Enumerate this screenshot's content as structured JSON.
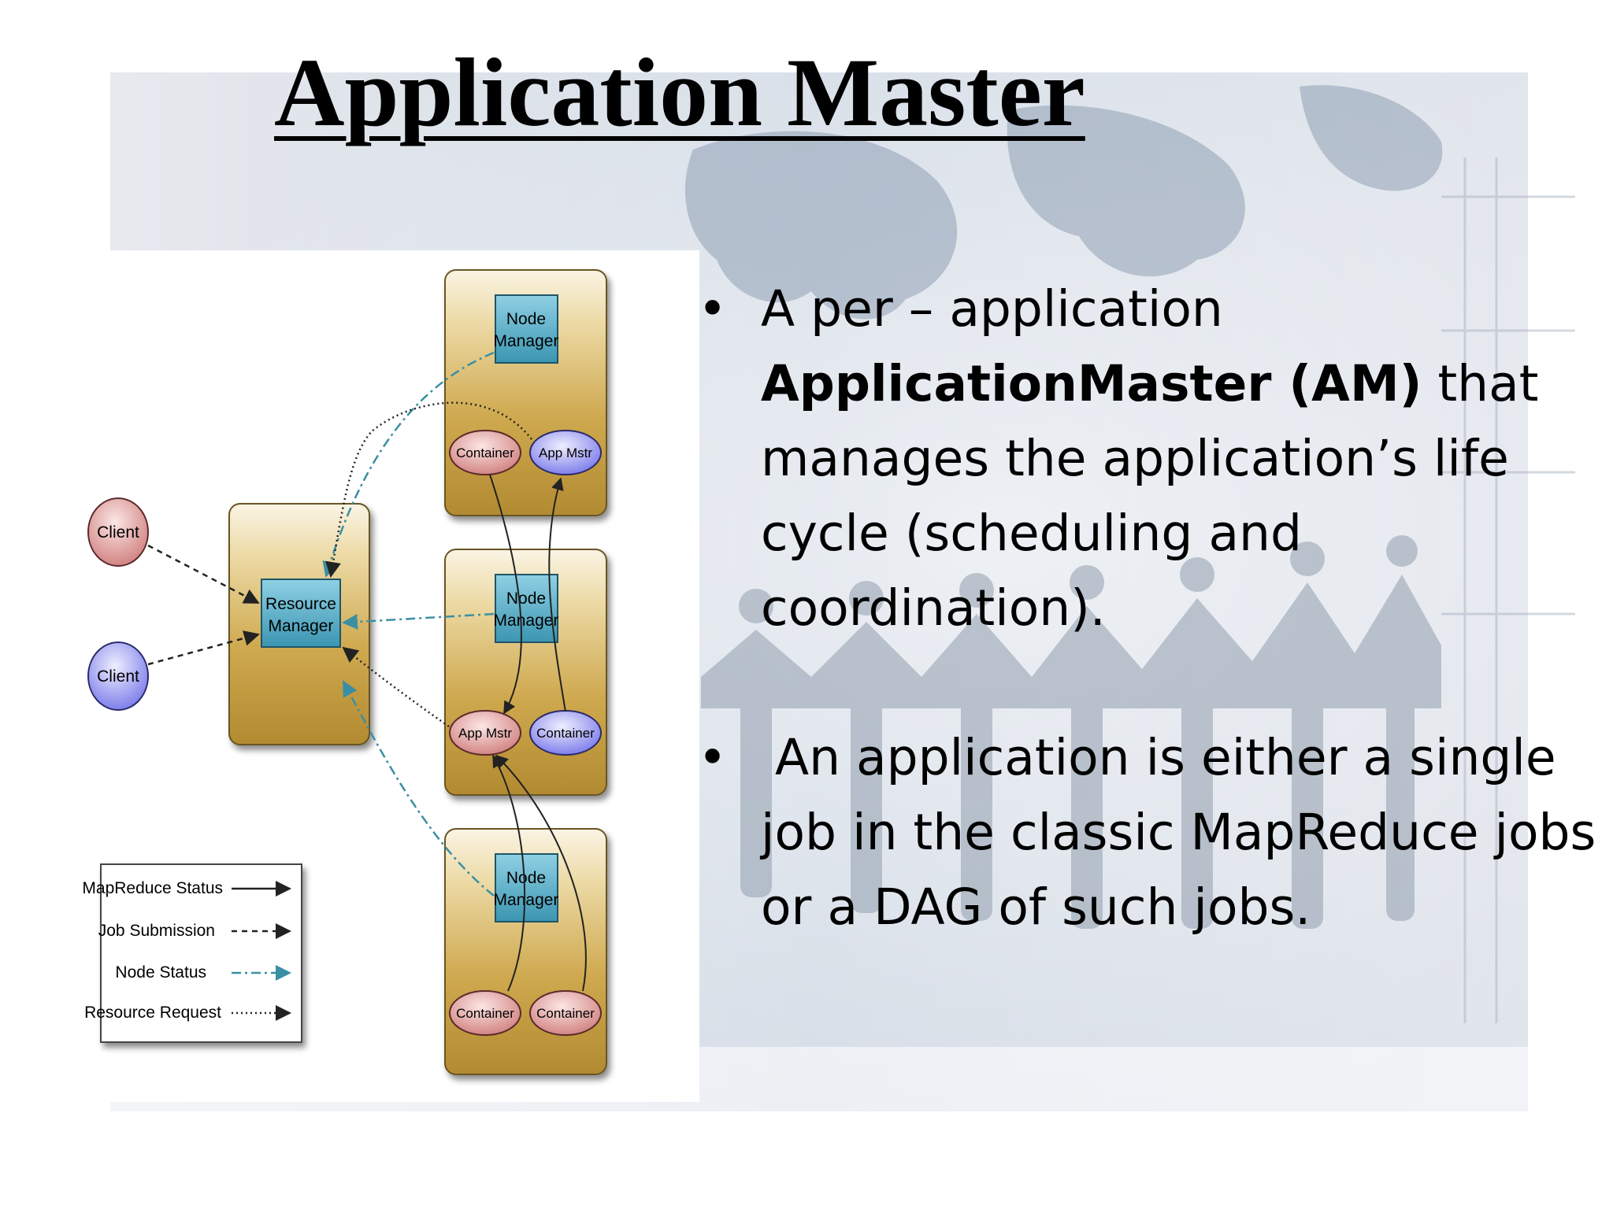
{
  "slide": {
    "title": "Application Master",
    "bullets": [
      {
        "marker": "•",
        "pre": "A per – application ",
        "bold": "ApplicationMaster (AM)",
        "post": " that manages the application’s life cycle (scheduling and coordination)."
      },
      {
        "marker": "•",
        "text": "An application is either a single job in the classic MapReduce jobs or a DAG of such jobs."
      }
    ]
  },
  "diagram": {
    "clients": [
      "Client",
      "Client"
    ],
    "resource_manager": [
      "Resource",
      "Manager"
    ],
    "node_managers": [
      {
        "manager": [
          "Node",
          "Manager"
        ],
        "left": "Container",
        "right": "App Mstr"
      },
      {
        "manager": [
          "Node",
          "Manager"
        ],
        "left": "App Mstr",
        "right": "Container"
      },
      {
        "manager": [
          "Node",
          "Manager"
        ],
        "left": "Container",
        "right": "Container"
      }
    ],
    "legend": [
      "MapReduce Status",
      "Job Submission",
      "Node Status",
      "Resource Request"
    ]
  },
  "colors": {
    "title": "#000000",
    "node_box": "#c9a449",
    "manager_box": "#3d9db9",
    "client_red": "#d98a8a",
    "client_purple": "#8585ee",
    "node_status_arrow": "#3a8fa3"
  }
}
